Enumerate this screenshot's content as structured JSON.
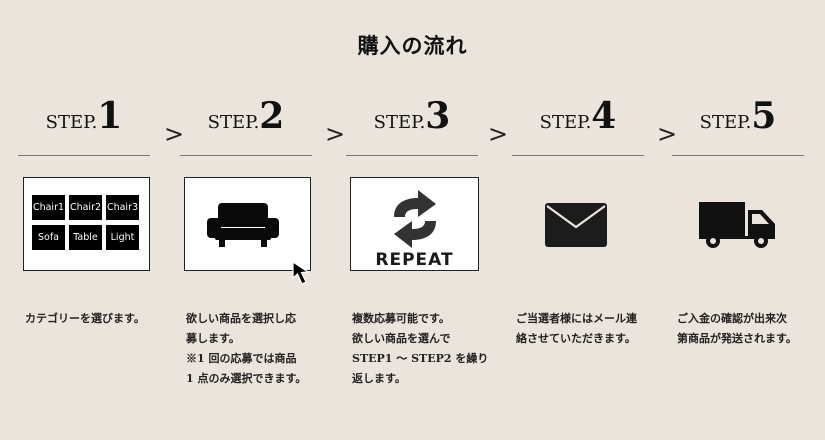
{
  "title": "購入の流れ",
  "step_word": "STEP.",
  "chevron": ">",
  "steps": [
    {
      "number": "1",
      "desc": [
        "カテゴリーを選びます。"
      ]
    },
    {
      "number": "2",
      "desc": [
        "欲しい商品を選択し応",
        "募します。",
        "※1 回の応募では商品",
        "1 点のみ選択できます。"
      ]
    },
    {
      "number": "3",
      "desc": [
        "複数応募可能です。",
        "欲しい商品を選んで",
        "STEP1 ～ STEP2 を繰り",
        "返します。"
      ]
    },
    {
      "number": "4",
      "desc": [
        "ご当選者様にはメール連",
        "絡させていただきます。"
      ]
    },
    {
      "number": "5",
      "desc": [
        "ご入金の確認が出来次",
        "第商品が発送されます。"
      ]
    }
  ],
  "categories": [
    "Chair1",
    "Chair2",
    "Chair3",
    "Sofa",
    "Table",
    "Light"
  ],
  "repeat_label": "REPEAT",
  "icons": {
    "step2": [
      "sofa-icon",
      "cursor-arrow-icon"
    ],
    "step3": "repeat-arrows-icon",
    "step4": "envelope-icon",
    "step5": "delivery-truck-icon"
  }
}
